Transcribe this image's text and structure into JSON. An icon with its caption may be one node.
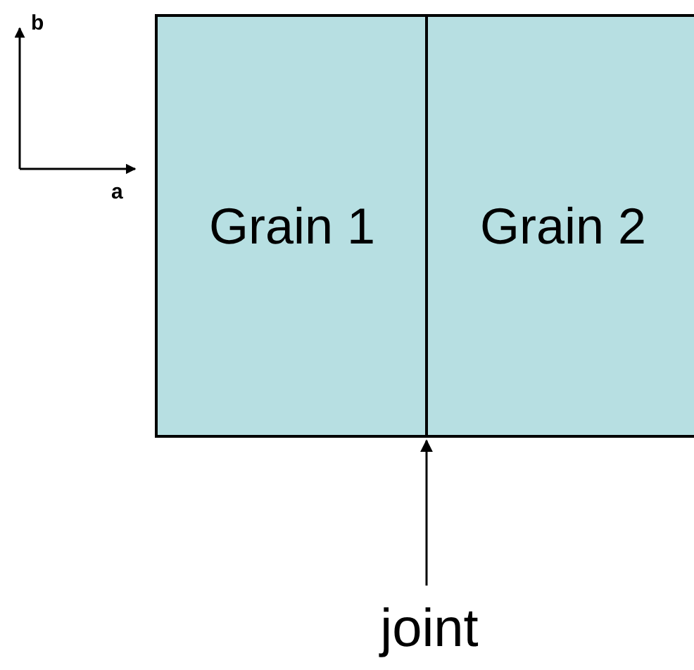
{
  "diagram": {
    "nodes": [
      {
        "text": [
          "Grain 1"
        ]
      },
      {
        "text": [
          "Grain 2"
        ]
      },
      {
        "text": [],
        "shape": "bar"
      },
      {
        "text": [
          "joint"
        ]
      }
    ],
    "edges": [
      {
        "from": 3,
        "to": 2,
        "arrow": "to"
      }
    ],
    "labels": [
      "b",
      "a"
    ]
  }
}
